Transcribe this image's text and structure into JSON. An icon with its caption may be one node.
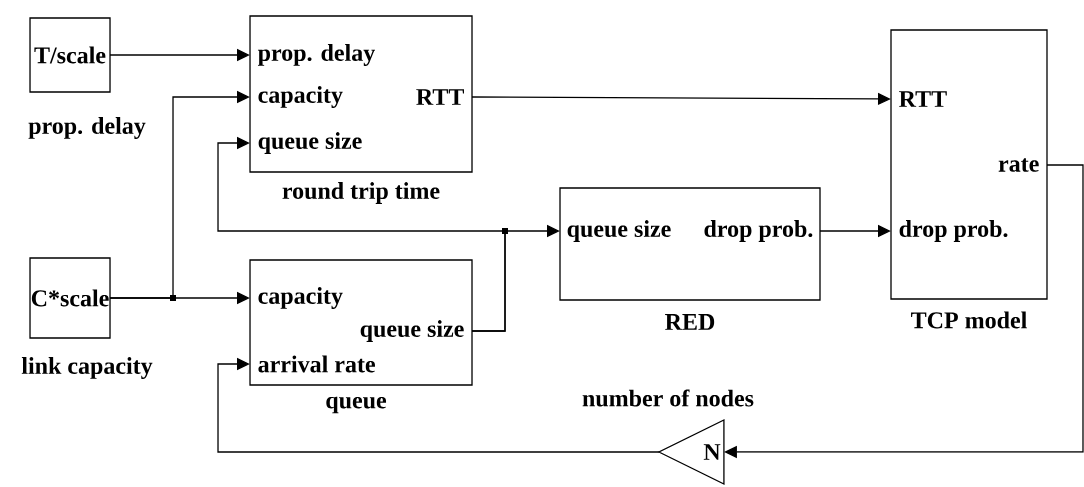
{
  "diagram": {
    "nodes": [
      {
        "text": [
          "T/scale"
        ],
        "beside": [
          "prop. delay"
        ]
      },
      {
        "text": [
          "C*scale"
        ],
        "beside": [
          "link capacity"
        ]
      },
      {
        "text": [
          "prop. delay",
          "capacity",
          "queue size",
          "RTT"
        ],
        "beside": [
          "round trip time"
        ]
      },
      {
        "text": [
          "capacity",
          "queue size",
          "arrival rate"
        ],
        "beside": [
          "queue"
        ]
      },
      {
        "text": [
          "queue size",
          "drop prob."
        ],
        "beside": [
          "RED"
        ]
      },
      {
        "text": [
          "RTT",
          "rate",
          "drop prob."
        ],
        "beside": [
          "TCP model"
        ]
      },
      {
        "text": [
          "N"
        ],
        "beside": [
          "number of nodes"
        ]
      }
    ],
    "edges": [
      {
        "from": 0,
        "to": 2,
        "arrow": "to"
      },
      {
        "from": 1,
        "to": 2,
        "arrow": "to"
      },
      {
        "from": 1,
        "to": 3,
        "arrow": "to"
      },
      {
        "from": 3,
        "to": 4,
        "arrow": "to"
      },
      {
        "from": 3,
        "to": 2,
        "arrow": "to"
      },
      {
        "from": 2,
        "to": 5,
        "arrow": "to"
      },
      {
        "from": 4,
        "to": 5,
        "arrow": "to"
      },
      {
        "from": 5,
        "to": 6,
        "arrow": "to"
      },
      {
        "from": 6,
        "to": 3,
        "arrow": "to"
      }
    ]
  }
}
